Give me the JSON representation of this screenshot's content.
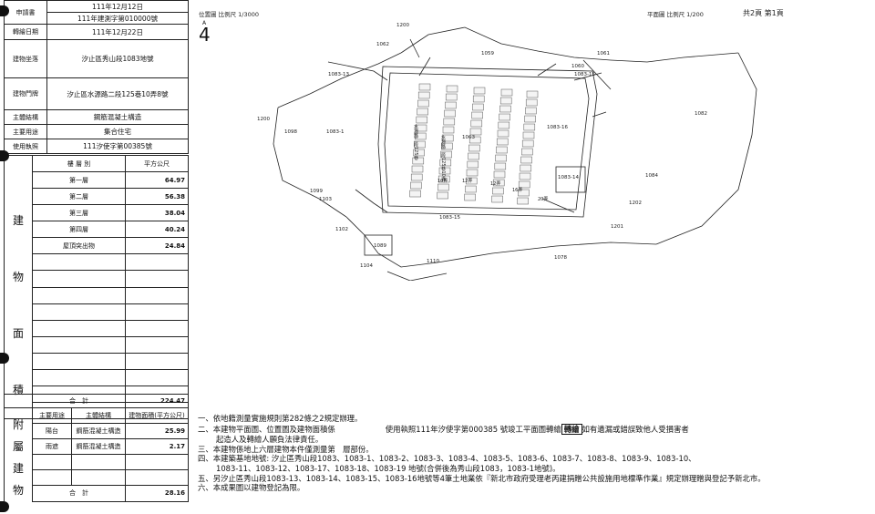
{
  "info": {
    "application_label": "申請書",
    "application_date": "111年12月12日",
    "application_no": "111年建測字第010000號",
    "transfer_label": "轉繪日期",
    "transfer_date": "111年12月22日",
    "site_label": "建物坐落",
    "site_value": "汐止區秀山段1083地號",
    "door_label": "建物門牌",
    "door_value": "汐止區水源路二段125巷10弄8號",
    "structure_label": "主體結構",
    "structure_value": "鋼筋混凝土構造",
    "use_label": "主要用途",
    "use_value": "集合住宅",
    "license_label": "使用執照",
    "license_value": "111汐使字第00385號"
  },
  "floors": {
    "header_floor": "樓 層 別",
    "header_area": "平方公尺",
    "rows": [
      {
        "floor": "第一層",
        "area": "64.97"
      },
      {
        "floor": "第二層",
        "area": "56.38"
      },
      {
        "floor": "第三層",
        "area": "38.04"
      },
      {
        "floor": "第四層",
        "area": "40.24"
      },
      {
        "floor": "屋頂突出物",
        "area": "24.84"
      }
    ],
    "side_chars": [
      "建",
      "物",
      "面",
      "積"
    ],
    "total_label": "合　計",
    "total_value": "224.47"
  },
  "attach": {
    "header_use": "主要用途",
    "header_struct": "主體結構",
    "header_area": "建物面積(平方公尺)",
    "rows": [
      {
        "use": "陽台",
        "struct": "鋼筋混凝土構造",
        "area": "25.99"
      },
      {
        "use": "雨遮",
        "struct": "鋼筋混凝土構造",
        "area": "2.17"
      }
    ],
    "side_chars": [
      "附",
      "屬",
      "建",
      "物"
    ],
    "total_label": "合　計",
    "total_value": "28.16"
  },
  "map": {
    "position_label": "位置圖",
    "position_scale_label": "比例尺",
    "position_scale": "1/3000",
    "plan_label": "平面圖",
    "plan_scale_label": "比例尺",
    "plan_scale": "1/200",
    "page_info": "共2頁 第1頁",
    "north_symbol": "A",
    "north_number": "4",
    "parcels": [
      "1200",
      "1062",
      "1059",
      "1061",
      "1060",
      "1083-13",
      "1083-15",
      "1200",
      "1098",
      "1083-1",
      "1063",
      "1083-16",
      "1082",
      "1083-14",
      "1084",
      "1099",
      "1102",
      "1083-15",
      "1202",
      "1201",
      "1103",
      "1110",
      "1078",
      "1104",
      "1089"
    ],
    "road_label_1": "水源路二段125巷",
    "road_label_2": "水源路二段125巷10弄",
    "unit_labels": [
      "10弄",
      "12弄",
      "12弄",
      "16弄",
      "20弄"
    ]
  },
  "notes": [
    "一、依地籍測量實施規則第282條之2規定辦理。",
    "二、本建物平面圖、位置圖及建物面積係",
    "起造人及轉繪人願負法律責任。",
    "三、本建物係地上六層建物本件僅測量第　層部份。",
    "四、本建築基地地號: 汐止區秀山段1083、1083-1、1083-2、1083-3、1083-4、1083-5、1083-6、1083-7、1083-8、1083-9、1083-10、",
    "1083-11、1083-12、1083-17、1083-18、1083-19 地號(合併後為秀山段1083，1083-1地號)。",
    "五、另汐止區秀山段1083-13、1083-14、1083-15、1083-16地號等4筆土地業依『新北市政府受理老丙建捐贈公共設施用地標準作業』規定辦理贈與登記予新北市。",
    "六、本成果圖以建物登記為限。"
  ],
  "note2_tail": "使用執照111年汐使字第000385 號竣工平面圖轉繪",
  "note2_stamp": "轉繪",
  "note2_end": "如有遺漏或錯誤致他人受損害者"
}
